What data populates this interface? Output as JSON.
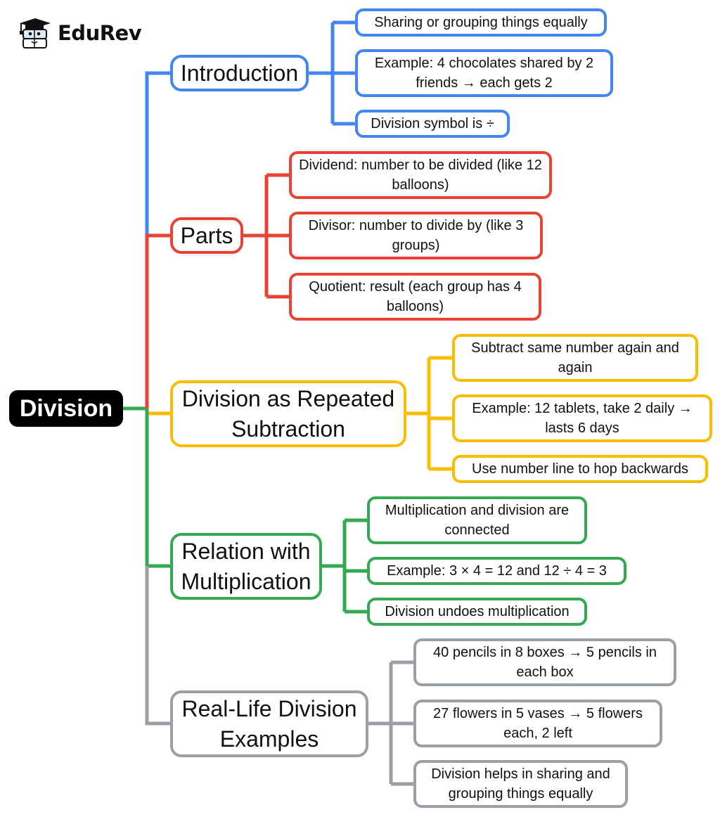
{
  "brand": {
    "name": "EduRev",
    "logo_icon": "graduate-cap-book-mascot-icon"
  },
  "colors": {
    "introduction": "#4285f4",
    "parts": "#ea4335",
    "repeated_subtraction": "#fbbc04",
    "relation": "#34a853",
    "real_life": "#9aa0a6",
    "root_bg": "#000000"
  },
  "mindmap": {
    "root": "Division",
    "branches": [
      {
        "id": "introduction",
        "label": "Introduction",
        "children": [
          "Sharing or grouping things equally",
          "Example: 4 chocolates shared by 2 friends → each gets 2",
          "Division symbol is ÷"
        ]
      },
      {
        "id": "parts",
        "label": "Parts",
        "children": [
          "Dividend: number to be divided (like 12 balloons)",
          "Divisor: number to divide by (like 3 groups)",
          "Quotient: result (each group has 4 balloons)"
        ]
      },
      {
        "id": "repeated_subtraction",
        "label": "Division as Repeated Subtraction",
        "children": [
          "Subtract same number again and again",
          "Example: 12 tablets, take 2 daily → lasts 6 days",
          "Use number line to hop backwards"
        ]
      },
      {
        "id": "relation",
        "label": "Relation with Multiplication",
        "children": [
          "Multiplication and division are connected",
          "Example: 3 × 4 = 12 and 12 ÷ 4 = 3",
          "Division undoes multiplication"
        ]
      },
      {
        "id": "real_life",
        "label": "Real-Life Division Examples",
        "children": [
          "40 pencils in 8 boxes → 5 pencils in each box",
          "27 flowers in 5 vases → 5 flowers each, 2 left",
          "Division helps in sharing and grouping things equally"
        ]
      }
    ]
  }
}
